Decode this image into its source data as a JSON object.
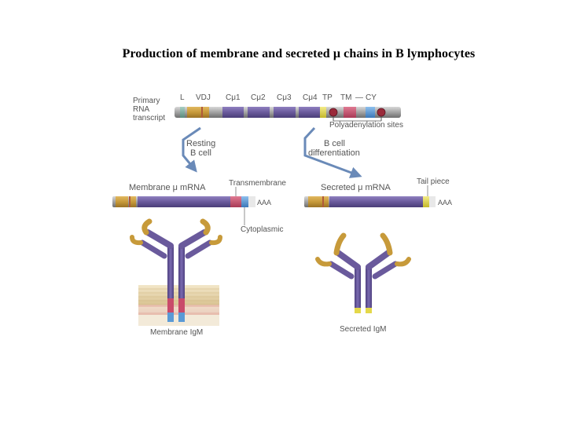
{
  "slide": {
    "title": "Production of membrane and secreted μ chains in B lymphocytes"
  },
  "primary_transcript": {
    "label_lines": [
      "Primary",
      "RNA",
      "transcript"
    ],
    "segments": [
      "L",
      "VDJ",
      "Cμ1",
      "Cμ2",
      "Cμ3",
      "Cμ4",
      "TP",
      "TM",
      "—",
      "CY"
    ],
    "polyadenylation_label": "Polyadenylation sites"
  },
  "pathways": {
    "resting_lines": [
      "Resting",
      "B cell"
    ],
    "differentiation_lines": [
      "B cell",
      "differentiation"
    ]
  },
  "membrane_mrna": {
    "label": "Membrane μ mRNA",
    "polya": "AAA",
    "transmembrane_label": "Transmembrane",
    "cytoplasmic_label": "Cytoplasmic"
  },
  "secreted_mrna": {
    "label": "Secreted μ mRNA",
    "polya": "AAA",
    "tail_piece_label": "Tail piece"
  },
  "captions": {
    "membrane_igm": "Membrane IgM",
    "secreted_igm": "Secreted IgM"
  },
  "colors": {
    "constant_region": "#6a5a9c",
    "variable_region": "#c79a3a",
    "transmembrane": "#c94a6a",
    "cytoplasmic": "#5a9ad6",
    "tail_piece": "#e4d84a",
    "polyadenylation_site": "#9a2a3a",
    "arrow": "#6a8ab8",
    "membrane_head": "#d9c090"
  }
}
